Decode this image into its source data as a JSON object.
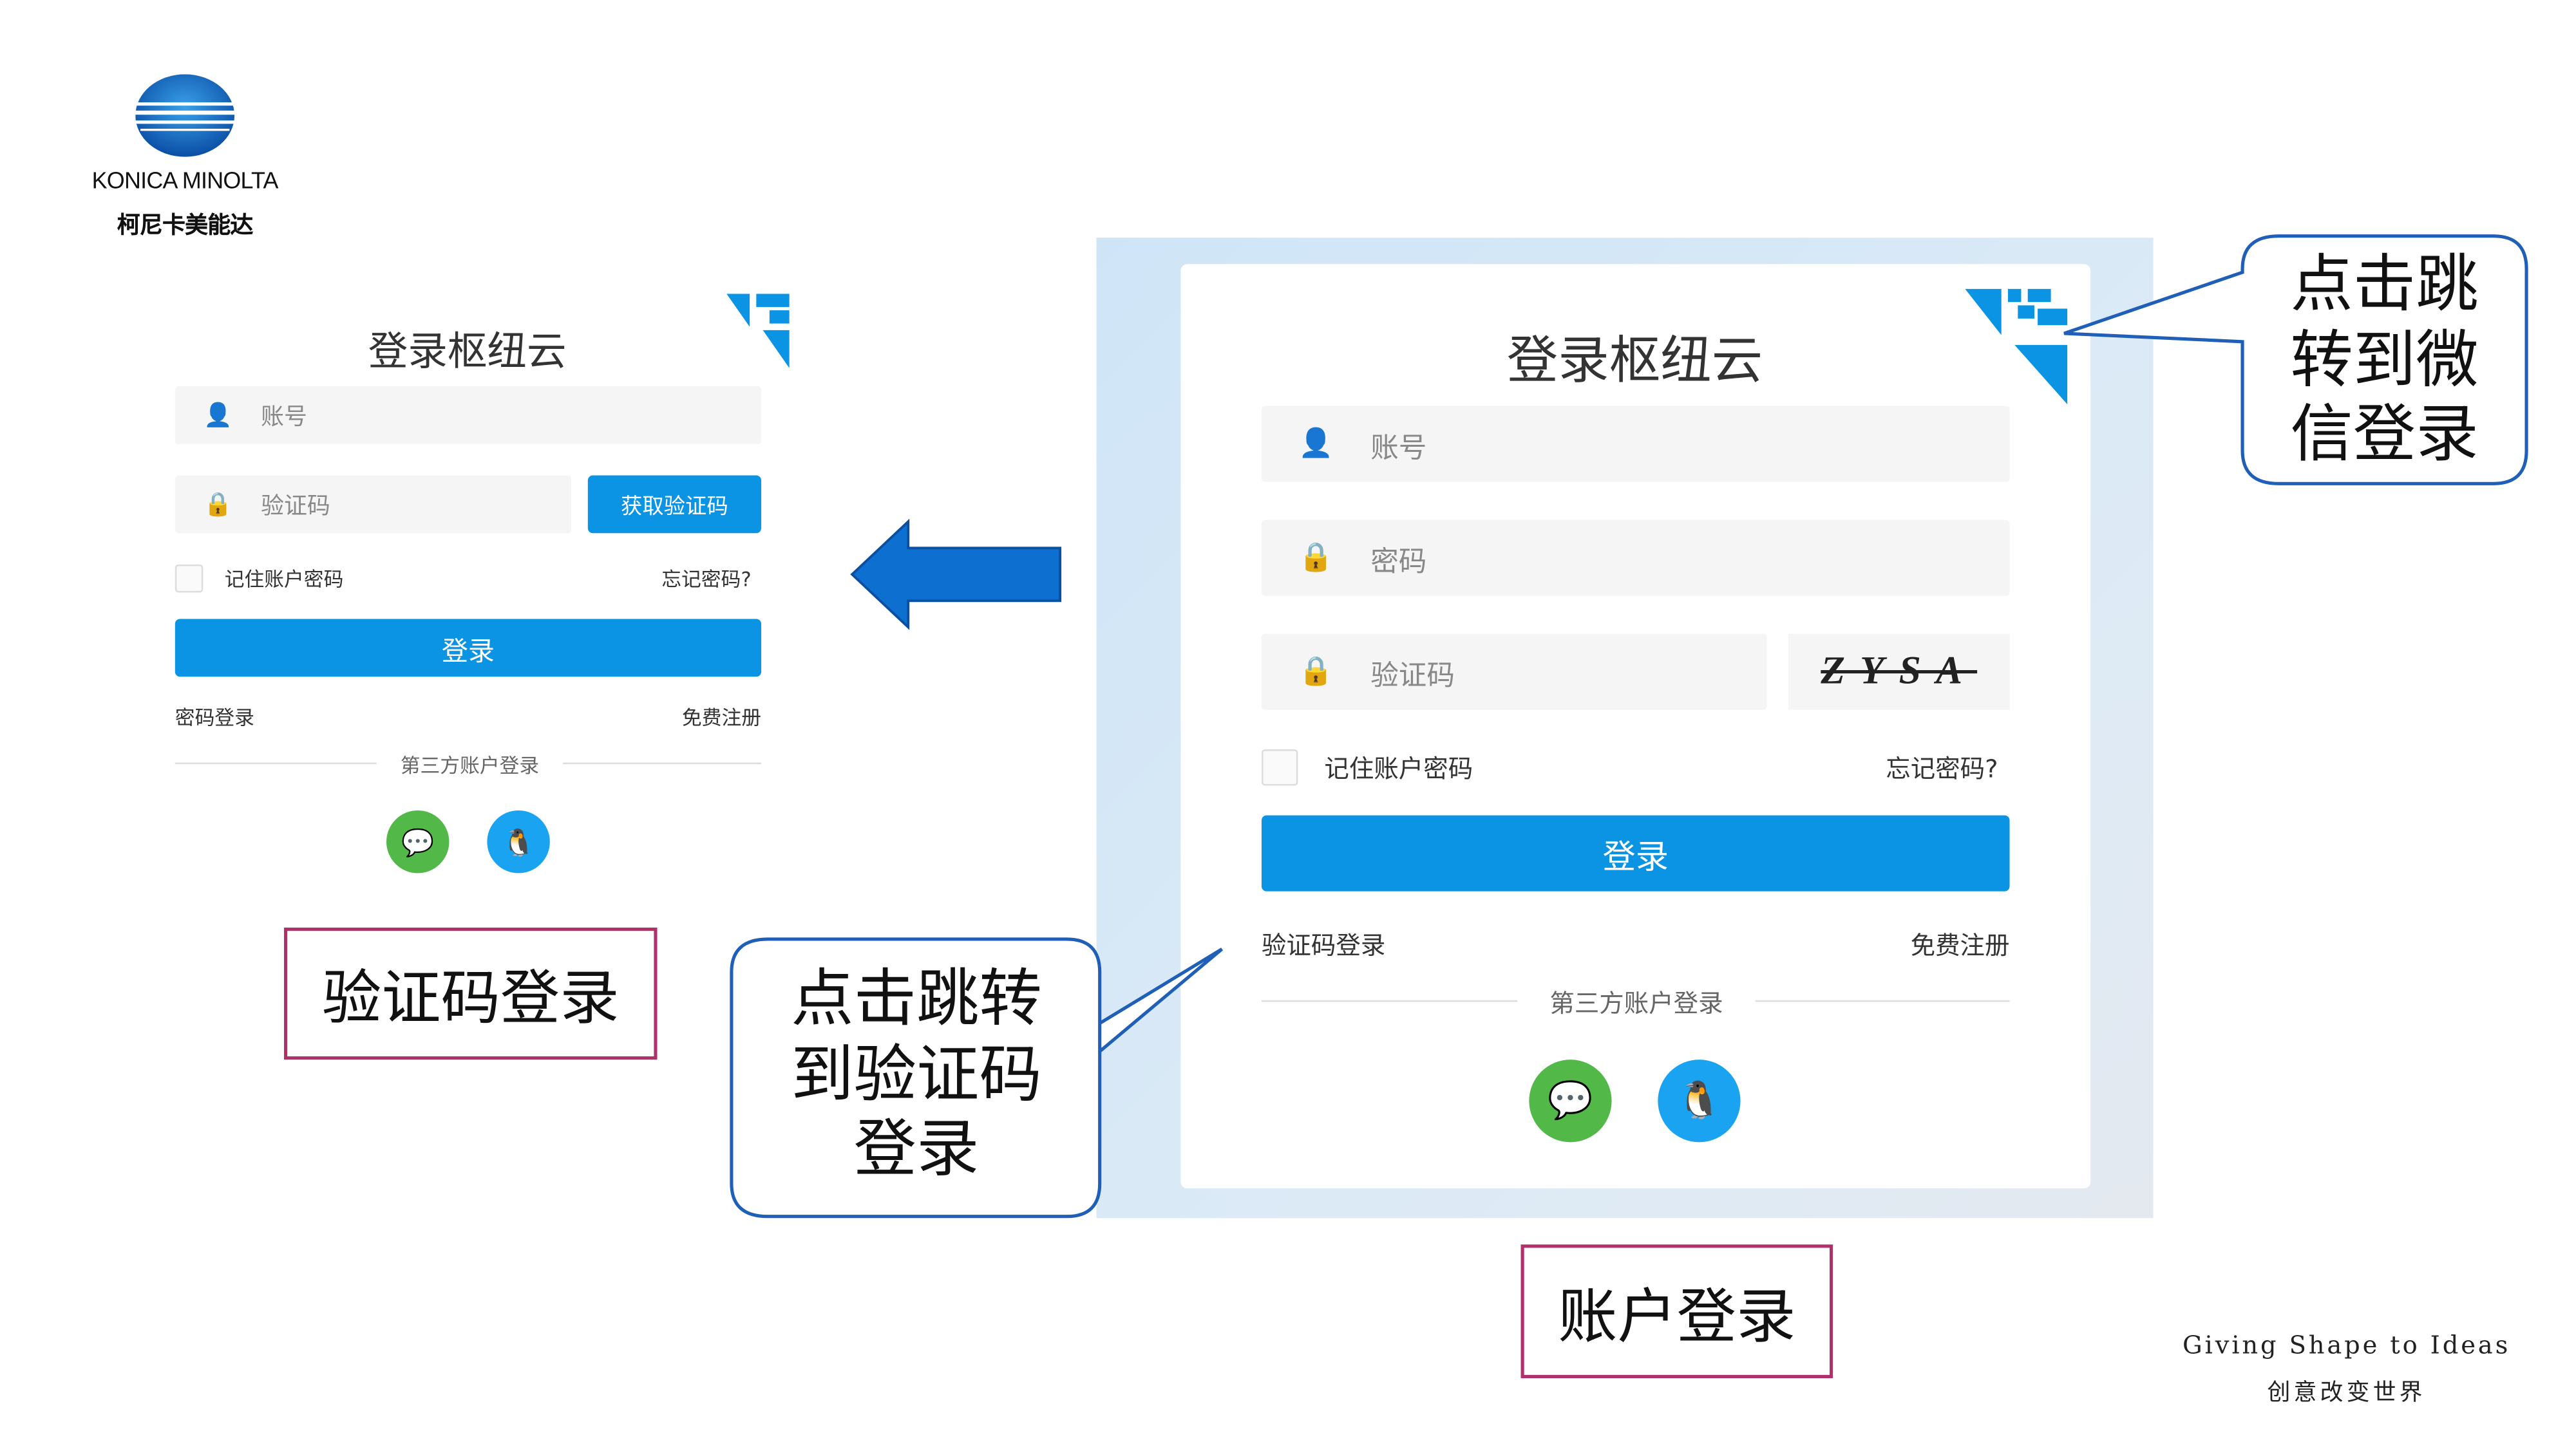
{
  "brand": {
    "name": "KONICA MINOLTA",
    "name_cn": "柯尼卡美能达",
    "slogan": "Giving Shape to Ideas",
    "slogan_cn": "创意改变世界"
  },
  "left_form": {
    "title": "登录枢纽云",
    "account_placeholder": "账号",
    "code_placeholder": "验证码",
    "get_code_button": "获取验证码",
    "remember_label": "记住账户密码",
    "forgot_link": "忘记密码?",
    "login_button": "登录",
    "switch_link": "密码登录",
    "register_link": "免费注册",
    "third_party_label": "第三方账户登录",
    "caption": "验证码登录"
  },
  "right_form": {
    "title": "登录枢纽云",
    "account_placeholder": "账号",
    "password_placeholder": "密码",
    "code_placeholder": "验证码",
    "captcha_text": "ZYSA",
    "remember_label": "记住账户密码",
    "forgot_link": "忘记密码?",
    "login_button": "登录",
    "switch_link": "验证码登录",
    "register_link": "免费注册",
    "third_party_label": "第三方账户登录",
    "caption": "账户登录"
  },
  "callouts": {
    "wechat": [
      "点击跳",
      "转到微",
      "信登录"
    ],
    "code": [
      "点击跳转",
      "到验证码",
      "登录"
    ]
  },
  "colors": {
    "primary": "#0a94e3",
    "wechat": "#52b848",
    "qq": "#1aa3f0",
    "caption_border": "#b0306c",
    "callout_border": "#1f5fb8"
  }
}
